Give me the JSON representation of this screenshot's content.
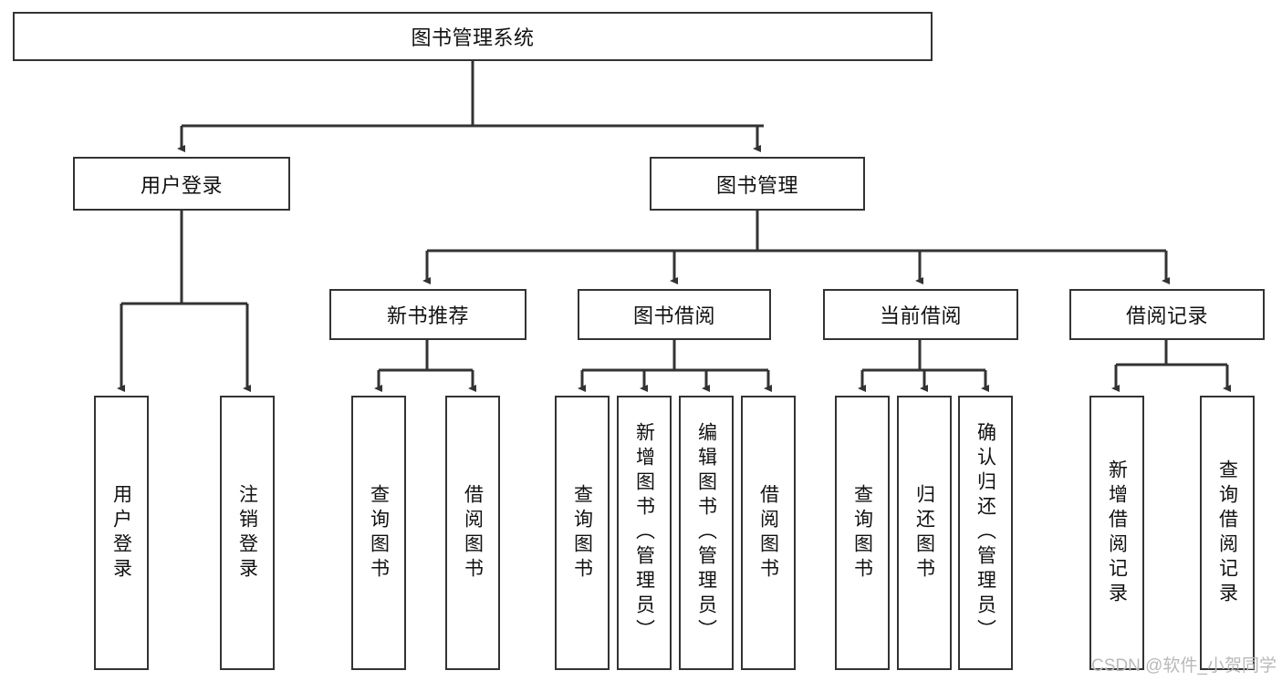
{
  "diagram": {
    "type": "tree-hierarchy",
    "title": "图书管理系统",
    "levels": [
      {
        "level": 1,
        "nodes": [
          {
            "id": "root",
            "label": "图书管理系统",
            "orientation": "horizontal"
          }
        ]
      },
      {
        "level": 2,
        "nodes": [
          {
            "id": "login",
            "label": "用户登录",
            "orientation": "horizontal"
          },
          {
            "id": "bookmgmt",
            "label": "图书管理",
            "orientation": "horizontal"
          }
        ]
      },
      {
        "level": 3,
        "nodes": [
          {
            "id": "newbook",
            "label": "新书推荐",
            "orientation": "horizontal"
          },
          {
            "id": "borrow",
            "label": "图书借阅",
            "orientation": "horizontal"
          },
          {
            "id": "current",
            "label": "当前借阅",
            "orientation": "horizontal"
          },
          {
            "id": "records",
            "label": "借阅记录",
            "orientation": "horizontal"
          }
        ]
      },
      {
        "level": 4,
        "nodes": [
          {
            "id": "leaf1",
            "parent": "login",
            "label": "用户登录",
            "orientation": "vertical"
          },
          {
            "id": "leaf2",
            "parent": "login",
            "label": "注销登录",
            "orientation": "vertical"
          },
          {
            "id": "leaf3",
            "parent": "newbook",
            "label": "查询图书",
            "orientation": "vertical"
          },
          {
            "id": "leaf4",
            "parent": "newbook",
            "label": "借阅图书",
            "orientation": "vertical"
          },
          {
            "id": "leaf5",
            "parent": "borrow",
            "label": "查询图书",
            "orientation": "vertical"
          },
          {
            "id": "leaf6",
            "parent": "borrow",
            "label": "新增图书（管理员）",
            "orientation": "vertical"
          },
          {
            "id": "leaf7",
            "parent": "borrow",
            "label": "编辑图书（管理员）",
            "orientation": "vertical"
          },
          {
            "id": "leaf8",
            "parent": "borrow",
            "label": "借阅图书",
            "orientation": "vertical"
          },
          {
            "id": "leaf9",
            "parent": "current",
            "label": "查询图书",
            "orientation": "vertical"
          },
          {
            "id": "leaf10",
            "parent": "current",
            "label": "归还图书",
            "orientation": "vertical"
          },
          {
            "id": "leaf11",
            "parent": "current",
            "label": "确认归还（管理员）",
            "orientation": "vertical"
          },
          {
            "id": "leaf12",
            "parent": "records",
            "label": "新增借阅记录",
            "orientation": "vertical"
          },
          {
            "id": "leaf13",
            "parent": "records",
            "label": "查询借阅记录",
            "orientation": "vertical"
          }
        ]
      }
    ],
    "colors": {
      "stroke": "#333333",
      "fill": "#ffffff",
      "text": "#111111",
      "watermark": "#b9b9b9"
    }
  },
  "watermark": {
    "text": "CSDN @软件_小贺同学"
  }
}
